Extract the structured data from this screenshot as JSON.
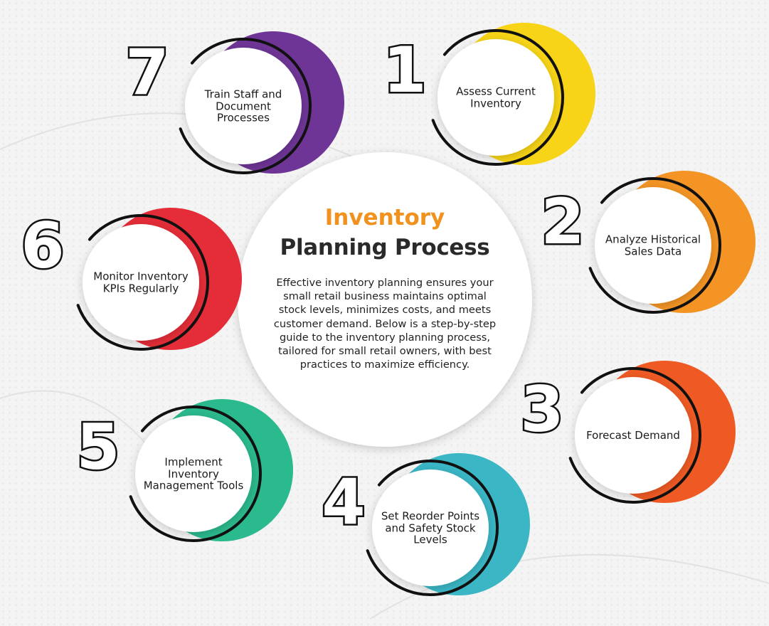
{
  "title": {
    "line1": "Inventory",
    "line2": "Planning Process"
  },
  "description": "Effective inventory planning ensures your small retail business maintains optimal stock levels, minimizes costs, and meets customer demand. Below is a step-by-step guide to the inventory planning process, tailored for small retail owners, with best practices to maximize efficiency.",
  "colors": {
    "title_accent": "#f0921d",
    "step1": "#f7d417",
    "step2": "#f39424",
    "step3": "#ef5a24",
    "step4": "#3ab6c5",
    "step5": "#2bb98e",
    "step6": "#e42d38",
    "step7": "#6e3596"
  },
  "steps": [
    {
      "number": "1",
      "label": "Assess Current Inventory"
    },
    {
      "number": "2",
      "label": "Analyze Historical Sales Data"
    },
    {
      "number": "3",
      "label": "Forecast Demand"
    },
    {
      "number": "4",
      "label": "Set Reorder Points and Safety Stock Levels"
    },
    {
      "number": "5",
      "label": "Implement Inventory Management Tools"
    },
    {
      "number": "6",
      "label": "Monitor Inventory KPIs Regularly"
    },
    {
      "number": "7",
      "label": "Train Staff and Document Processes"
    }
  ]
}
